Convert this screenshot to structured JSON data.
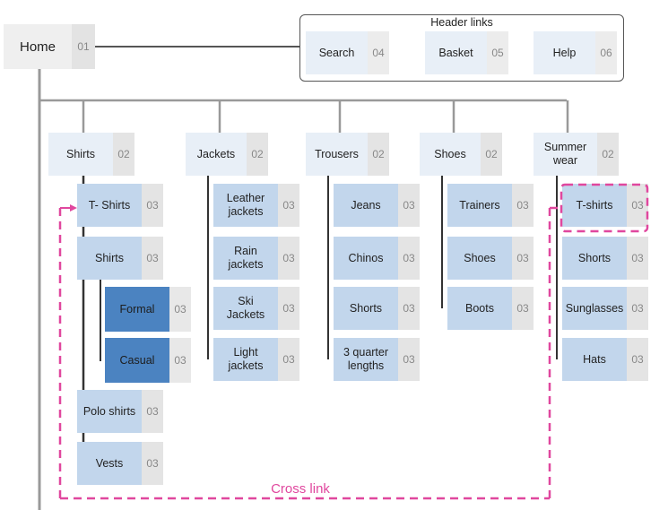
{
  "home": {
    "label": "Home",
    "num": "01"
  },
  "header_links": {
    "title": "Header links",
    "items": [
      {
        "label": "Search",
        "num": "04"
      },
      {
        "label": "Basket",
        "num": "05"
      },
      {
        "label": "Help",
        "num": "06"
      }
    ]
  },
  "categories": [
    {
      "label": "Shirts",
      "num": "02",
      "children": [
        {
          "label": "T- Shirts",
          "num": "03"
        },
        {
          "label": "Shirts",
          "num": "03",
          "children": [
            {
              "label": "Formal",
              "num": "03"
            },
            {
              "label": "Casual",
              "num": "03"
            }
          ]
        },
        {
          "label": "Polo shirts",
          "num": "03"
        },
        {
          "label": "Vests",
          "num": "03"
        }
      ]
    },
    {
      "label": "Jackets",
      "num": "02",
      "children": [
        {
          "label": "Leather\njackets",
          "num": "03"
        },
        {
          "label": "Rain\njackets",
          "num": "03"
        },
        {
          "label": "Ski\nJackets",
          "num": "03"
        },
        {
          "label": "Light\njackets",
          "num": "03"
        }
      ]
    },
    {
      "label": "Trousers",
      "num": "02",
      "children": [
        {
          "label": "Jeans",
          "num": "03"
        },
        {
          "label": "Chinos",
          "num": "03"
        },
        {
          "label": "Shorts",
          "num": "03"
        },
        {
          "label": "3 quarter\nlengths",
          "num": "03"
        }
      ]
    },
    {
      "label": "Shoes",
      "num": "02",
      "children": [
        {
          "label": "Trainers",
          "num": "03"
        },
        {
          "label": "Shoes",
          "num": "03"
        },
        {
          "label": "Boots",
          "num": "03"
        }
      ]
    },
    {
      "label": "Summer\nwear",
      "num": "02",
      "children": [
        {
          "label": "T-shirts",
          "num": "03"
        },
        {
          "label": "Shorts",
          "num": "03"
        },
        {
          "label": "Sunglasses",
          "num": "03"
        },
        {
          "label": "Hats",
          "num": "03"
        }
      ]
    }
  ],
  "cross_link": {
    "label": "Cross link",
    "color": "#e0479e"
  },
  "colors": {
    "line": "#999999",
    "level1": "#e8eff7",
    "level2": "#c2d6ec",
    "level3": "#4b83c1"
  }
}
